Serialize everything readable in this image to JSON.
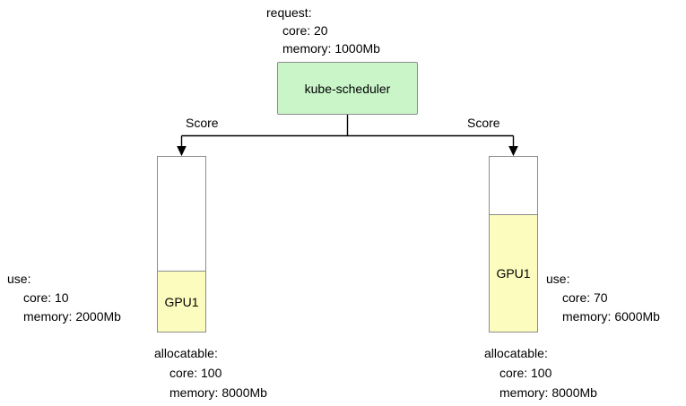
{
  "colors": {
    "scheduler_fill": "#c9f5c9",
    "node_fill": "#fcfcbe",
    "shape_border": "#8c8c8c",
    "line_color": "#000000"
  },
  "scheduler": {
    "label": "kube-scheduler",
    "request": {
      "heading": "request:",
      "core": "core: 20",
      "memory": "memory: 1000Mb"
    }
  },
  "edges": {
    "left": {
      "label": "Score"
    },
    "right": {
      "label": "Score"
    }
  },
  "nodes": {
    "left": {
      "gpu_label": "GPU1",
      "use": {
        "heading": "use:",
        "core": "core: 10",
        "memory": "memory: 2000Mb"
      },
      "allocatable": {
        "heading": "allocatable:",
        "core": "core: 100",
        "memory": "memory: 8000Mb"
      }
    },
    "right": {
      "gpu_label": "GPU1",
      "use": {
        "heading": "use:",
        "core": "core: 70",
        "memory": "memory: 6000Mb"
      },
      "allocatable": {
        "heading": "allocatable:",
        "core": "core: 100",
        "memory": "memory: 8000Mb"
      }
    }
  }
}
